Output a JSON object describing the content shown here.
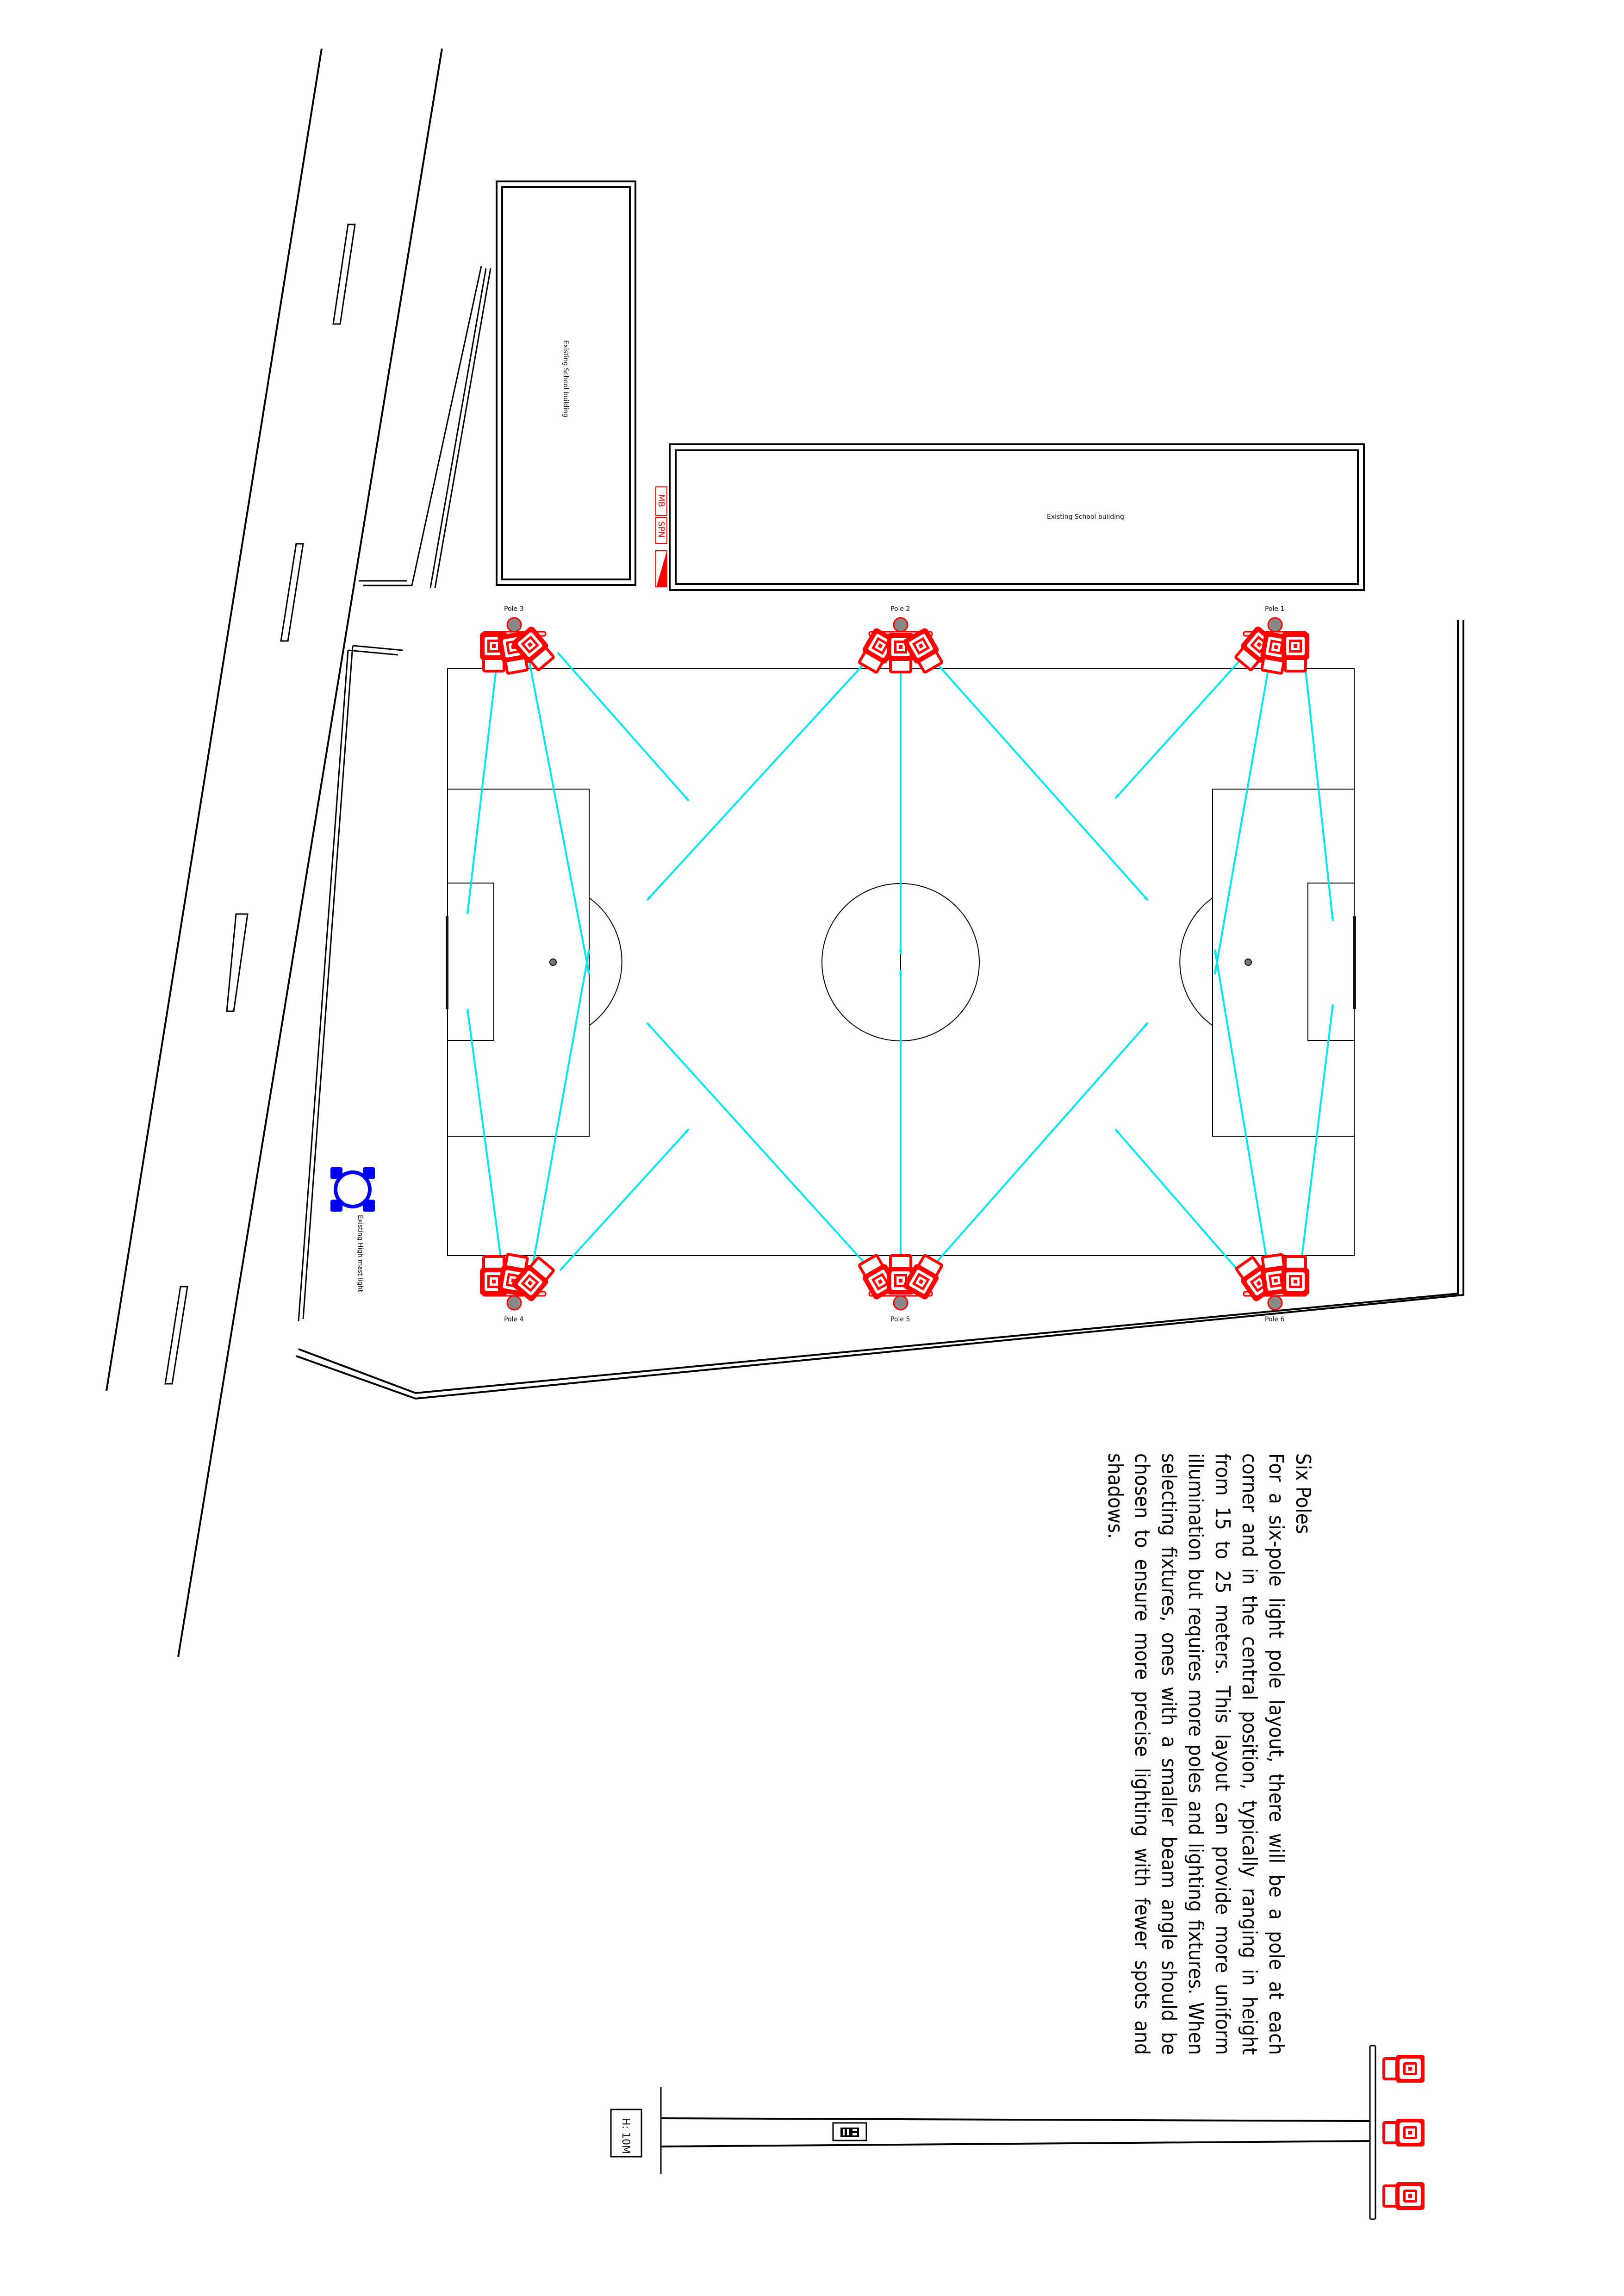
{
  "title": "Six Poles",
  "description": "For a six-pole light pole layout, there will be a pole at each corner and in the central position, typically ranging in height from 15 to 25 meters. This layout can provide more uniform illumination but requires more poles and lighting fixtures. When selecting fixtures, ones with a smaller beam angle should be chosen to ensure more precise lighting with fewer spots and shadows.",
  "buildings": [
    {
      "label": "Existing School building",
      "orientation": "vertical"
    },
    {
      "label": "Existing School building",
      "orientation": "horizontal"
    }
  ],
  "panel_tags": [
    "MB",
    "SPN"
  ],
  "existing_light": {
    "label": "Existing High mast light",
    "color": "#0000ee"
  },
  "poles": [
    {
      "label": "Pole 1",
      "side": "top",
      "fixtures": 3
    },
    {
      "label": "Pole 2",
      "side": "top",
      "fixtures": 3
    },
    {
      "label": "Pole 3",
      "side": "top",
      "fixtures": 3
    },
    {
      "label": "Pole 4",
      "side": "bottom",
      "fixtures": 3
    },
    {
      "label": "Pole 5",
      "side": "bottom",
      "fixtures": 3
    },
    {
      "label": "Pole 6",
      "side": "bottom",
      "fixtures": 3
    }
  ],
  "elevation": {
    "height_label": "H: 10M",
    "fixtures": 3
  },
  "colors": {
    "fixture": "#ff0000",
    "aim_line": "#00e5ee",
    "existing_light": "#0000ee",
    "line": "#000000"
  }
}
